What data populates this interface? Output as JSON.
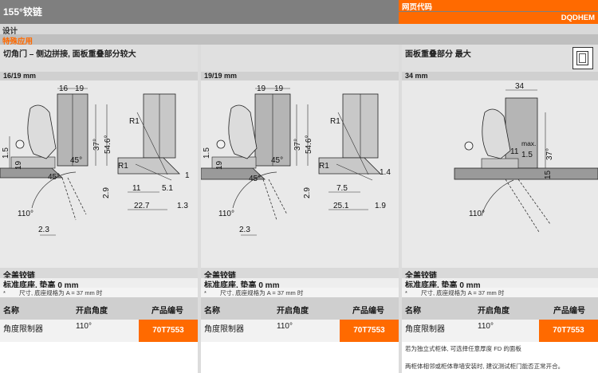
{
  "header": {
    "title": "155°铰链",
    "page_code_label": "网页代码",
    "page_code": "DQDHEM"
  },
  "bars": {
    "design": "设计",
    "special": "特殊应用"
  },
  "columns": [
    {
      "subhead": "切角门 – 侧边拼接, 面板重叠部分较大",
      "dim": "16/19 mm",
      "labels": {
        "a": "16",
        "b": "19",
        "c": "1.5",
        "d": "19",
        "e": "37°",
        "f": "54.6°",
        "g": "45°",
        "h": "45°",
        "i": "R1",
        "j": "R1",
        "k": "1",
        "l": "2.9",
        "m": "11",
        "n": "5.1",
        "o": "22.7",
        "p": "1.3",
        "q": "110°",
        "r": "2.3"
      },
      "panel_title": "全盖铰链",
      "panel_sub": "标准底座, 垫高 0 mm",
      "note_star": "*",
      "note": "尺寸, 底座规格为 A = 37 mm 时",
      "col_name": "名称",
      "col_angle": "开启角度",
      "col_code": "产品编号",
      "row_name": "角度限制器",
      "row_angle": "110°",
      "row_code": "70T7553"
    },
    {
      "subhead": "",
      "dim": "19/19 mm",
      "labels": {
        "a": "19",
        "b": "19",
        "c": "1.5",
        "d": "19",
        "e": "37°",
        "f": "54.6°",
        "g": "45°",
        "h": "45°",
        "i": "R1",
        "j": "R1",
        "k": "1.4",
        "l": "2.9",
        "m": "7.5",
        "n": "25.1",
        "o": "1.9",
        "q": "110°",
        "r": "2.3"
      },
      "panel_title": "全盖铰链",
      "panel_sub": "标准底座, 垫高 0 mm",
      "note_star": "*",
      "note": "尺寸, 底座规格为 A = 37 mm 时",
      "col_name": "名称",
      "col_angle": "开启角度",
      "col_code": "产品编号",
      "row_name": "角度限制器",
      "row_angle": "110°",
      "row_code": "70T7553"
    },
    {
      "subhead": "面板重叠部分 最大",
      "dim": "34 mm",
      "labels": {
        "a": "34",
        "b": "max.",
        "c": "11",
        "d": "1.5",
        "e": "37°",
        "f": "15",
        "q": "110°"
      },
      "panel_title": "全盖铰链",
      "panel_sub": "标准底座, 垫高 0 mm",
      "note_star": "*",
      "note": "尺寸, 底座规格为 A = 37 mm 时",
      "col_name": "名称",
      "col_angle": "开启角度",
      "col_code": "产品编号",
      "row_name": "角度限制器",
      "row_angle": "110°",
      "row_code": "70T7553",
      "foot1": "若为独立式柜体, 可选择任意厚度 FD 的面板",
      "foot2": "两柜体相邻或柜体靠墙安装时, 建议测试柜门能否正常开合。"
    }
  ],
  "colors": {
    "accent": "#ff6a00",
    "header_gray": "#7f7f7f"
  }
}
